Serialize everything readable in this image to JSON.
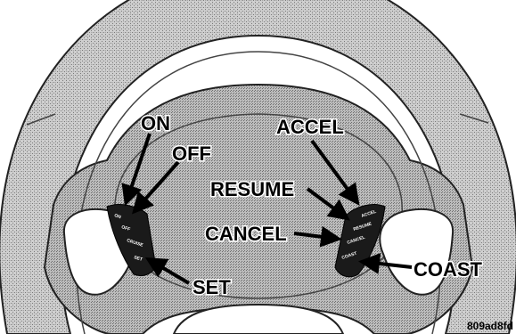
{
  "diagram": {
    "callouts": {
      "on": "ON",
      "off": "OFF",
      "accel": "ACCEL",
      "resume": "RESUME",
      "cancel": "CANCEL",
      "coast": "COAST",
      "set": "SET"
    },
    "left_switch_buttons": [
      "ON",
      "OFF",
      "CRUISE",
      "SET"
    ],
    "right_switch_buttons": [
      "ACCEL",
      "RESUME",
      "CANCEL",
      "COAST"
    ],
    "figure_id": "809ad8fd"
  },
  "colors": {
    "wheel_gray": "#c4c4c4",
    "wheel_dark": "#8a8a8a",
    "switch_black": "#1a1a1a",
    "ink": "#000000"
  }
}
